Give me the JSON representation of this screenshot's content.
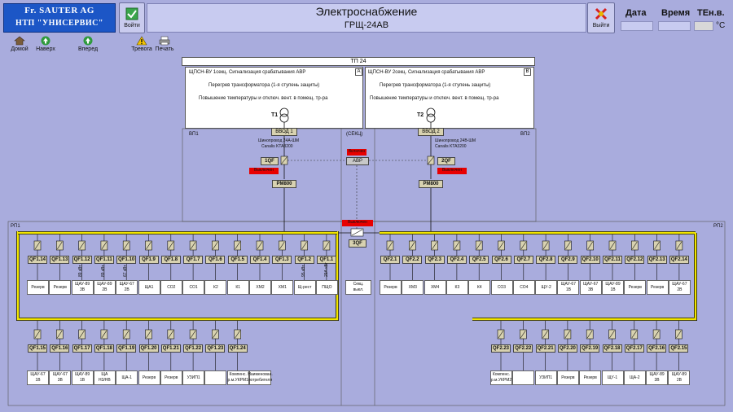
{
  "header": {
    "brand_line1": "Fr. SAUTER AG",
    "brand_line2": "НТП \"УНИСЕРВИС\"",
    "logout_left": "Войти",
    "logout_right": "Выйти",
    "title": "Электроснабжение",
    "subtitle": "ГРЩ-24АВ",
    "date_label": "Дата",
    "time_label": "Время",
    "temp_label": "TEн.в.",
    "temp_unit": "°C"
  },
  "toolbar": {
    "home": "Домой",
    "up": "Наверх",
    "forward": "Вперед",
    "alarm": "Тревога",
    "print": "Печать"
  },
  "colors": {
    "background": "#a9acdd",
    "bus": "#f2e600",
    "alarm": "#e80000",
    "brand": "#1c56c6"
  },
  "diagram": {
    "tp": "ТП 24",
    "sec_a": {
      "letter": "A",
      "line1": "ЩПСН-ВУ 1секц.  Сигнализация срабатывания АВР",
      "line2": "Перегрев трансформатора  (1-я ступень защиты)",
      "line3": "Повышение температуры и отключ. вент. в помещ. тр-ра"
    },
    "sec_b": {
      "letter": "B",
      "line1": "ЩПСН-ВУ 2секц.  Сигнализация срабатывания АВР",
      "line2": "Перегрев трансформатора  (1-я ступень защиты)",
      "line3": "Повышение температуры и отключ. вент. в помещ. тр-ра"
    },
    "t1": "T1",
    "t2": "T2",
    "vp1": "ВП1",
    "vp2": "ВП2",
    "seck": "(СЕКЦ)",
    "vvod1": "ВВОД 1",
    "vvod2": "ВВОД 2",
    "shino1_l1": "Шинопровод 24А-ШМ",
    "shino1_l2": "Canalis KTA3200",
    "shino2_l1": "Шинопровод 24В-ШМ",
    "shino2_l2": "Canalis KTA3200",
    "qf1": "1QF",
    "qf2": "2QF",
    "qf3": "3QF",
    "avr": "АВР",
    "avr_state": "Включен",
    "off": "Выключен",
    "pm1": "PM800",
    "pm2": "PM800",
    "rp1": "РП1",
    "rp2": "РП2",
    "sec_feeder": "Секц.\nвыкл.",
    "left_top": [
      {
        "qf": "QF1.14",
        "load": "Резерв"
      },
      {
        "qf": "QF1.13",
        "load": "Резерв"
      },
      {
        "qf": "QF1.12",
        "load": "ЩАУ-89\n3В"
      },
      {
        "qf": "QF1.11",
        "load": "ЩАУ-89\n2В"
      },
      {
        "qf": "QF1.10",
        "load": "ЩАУ-67\n2В"
      },
      {
        "qf": "QF1.9",
        "load": "ЩА1"
      },
      {
        "qf": "QF1.8",
        "load": "СО2"
      },
      {
        "qf": "QF1.7",
        "load": "СО1"
      },
      {
        "qf": "QF1.6",
        "load": "К2"
      },
      {
        "qf": "QF1.5",
        "load": "К1"
      },
      {
        "qf": "QF1.4",
        "load": "ХМ2"
      },
      {
        "qf": "QF1.3",
        "load": "ХМ1"
      },
      {
        "qf": "QF1.2",
        "load": "Щ-рест"
      },
      {
        "qf": "QF1.1",
        "load": "ПЩО"
      }
    ],
    "right_top": [
      {
        "qf": "QF2.1",
        "load": "Резерв"
      },
      {
        "qf": "QF2.2",
        "load": "ХМ3"
      },
      {
        "qf": "QF2.3",
        "load": "ХМ4"
      },
      {
        "qf": "QF2.4",
        "load": "К3"
      },
      {
        "qf": "QF2.5",
        "load": "К4"
      },
      {
        "qf": "QF2.6",
        "load": "СО3"
      },
      {
        "qf": "QF2.7",
        "load": "СО4"
      },
      {
        "qf": "QF2.8",
        "load": "ЩУ-2"
      },
      {
        "qf": "QF2.9",
        "load": "ЩАУ-67\n1В"
      },
      {
        "qf": "QF2.10",
        "load": "ЩАУ-67\n3В"
      },
      {
        "qf": "QF2.11",
        "load": "ЩАУ-89\n1В"
      },
      {
        "qf": "QF2.12",
        "load": "Резерв"
      },
      {
        "qf": "QF2.13",
        "load": "Резерв"
      },
      {
        "qf": "QF2.14",
        "load": "ЩАУ-67\n2В"
      }
    ],
    "left_bottom": [
      {
        "qf": "QF1.15",
        "load": "ЩАУ-67\n1В"
      },
      {
        "qf": "QF1.16",
        "load": "ЩАУ-67\n3В"
      },
      {
        "qf": "QF1.17",
        "load": "ЩАУ-89\n1В"
      },
      {
        "qf": "QF1.18",
        "load": "ЩА\nН3/НВ"
      },
      {
        "qf": "QF1.19",
        "load": "ЩА-1"
      },
      {
        "qf": "QF1.20",
        "load": "Резерв"
      },
      {
        "qf": "QF1.21",
        "load": "Резерв"
      },
      {
        "qf": "QF1.22",
        "load": "УЗИП1"
      },
      {
        "qf": "QF1.23",
        "load": ""
      },
      {
        "qf": "QF1.24",
        "load": "Компенс.\nр.м.УКРМ1"
      },
      {
        "qf": "",
        "load": "Наименован.\nпотребителя"
      }
    ],
    "right_bottom": [
      {
        "qf": "QF2.23",
        "load": "Компенс.\nр.м.УКРМ2"
      },
      {
        "qf": "QF2.22",
        "load": ""
      },
      {
        "qf": "QF2.21",
        "load": "УЗИП1"
      },
      {
        "qf": "QF2.20",
        "load": "Резерв"
      },
      {
        "qf": "QF2.19",
        "load": "Резерв"
      },
      {
        "qf": "QF2.18",
        "load": "ЩУ-1"
      },
      {
        "qf": "QF2.17",
        "load": "ЩА-2"
      },
      {
        "qf": "QF2.16",
        "load": "ЩАУ-89\n3В"
      },
      {
        "qf": "QF2.15",
        "load": "ЩАУ-89\n2В"
      }
    ],
    "rot_labels": [
      "89 кВт",
      "89 кВт",
      "67 кВт",
      "95 кВт",
      "29А кВт"
    ]
  }
}
